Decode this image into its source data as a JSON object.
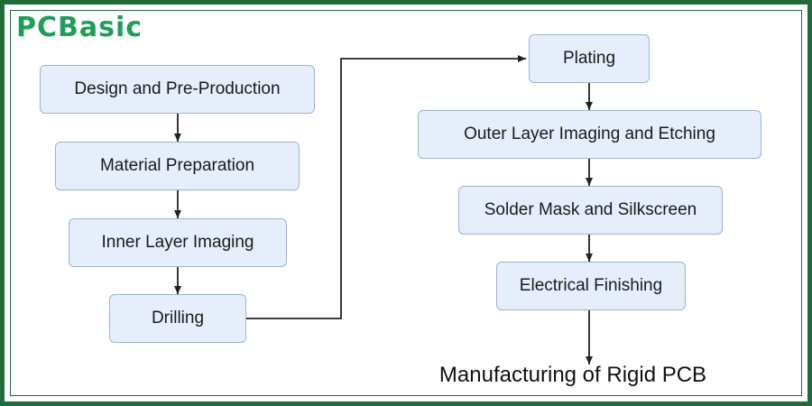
{
  "brand": {
    "logo_text": "PCBasic",
    "logo_color": "#1e9e56",
    "frame_color": "#1f6b3a"
  },
  "left_column": [
    {
      "label": "Design and Pre-Production"
    },
    {
      "label": "Material Preparation"
    },
    {
      "label": "Inner Layer Imaging"
    },
    {
      "label": "Drilling"
    }
  ],
  "right_column": [
    {
      "label": "Plating"
    },
    {
      "label": "Outer Layer Imaging and Etching"
    },
    {
      "label": "Solder Mask and Silkscreen"
    },
    {
      "label": "Electrical Finishing"
    }
  ],
  "caption": "Manufacturing of Rigid PCB",
  "colors": {
    "box_fill": "#e6eefb",
    "box_border": "#9fb2d1",
    "arrow": "#222222"
  }
}
